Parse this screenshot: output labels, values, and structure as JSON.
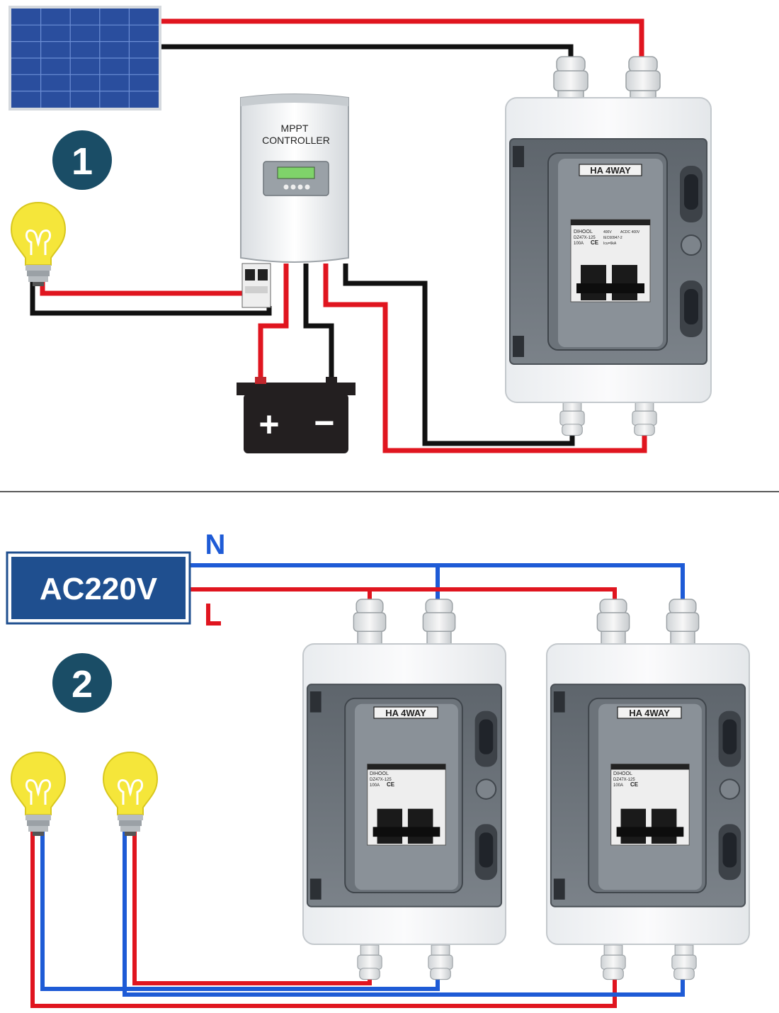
{
  "diagram1": {
    "step_number": "1",
    "controller": {
      "line1": "MPPT",
      "line2": "CONTROLLER"
    },
    "battery": {
      "plus": "+",
      "minus": "−"
    },
    "enclosure_label": "HA  4WAY",
    "breaker": {
      "brand": "DIHOOL",
      "model": "DZ47X-125",
      "rating": "100A",
      "spec1": "400V",
      "spec2": "IEC60947-2",
      "spec3": "Icu=6kA",
      "spec4": "ACDC 400V",
      "ce": "CE"
    }
  },
  "diagram2": {
    "step_number": "2",
    "source_label": "AC220V",
    "neutral_label": "N",
    "live_label": "L",
    "enclosure_label": "HA  4WAY",
    "breaker": {
      "brand": "DIHOOL",
      "model": "DZ47X-125",
      "rating": "100A",
      "ce": "CE"
    }
  },
  "colors": {
    "red_wire": "#e0151f",
    "black_wire": "#111111",
    "blue_wire": "#1e5bd6",
    "badge": "#1a4d66",
    "source_box": "#1f4f8f",
    "panel_blue": "#2b63b0",
    "bulb": "#f5e63a"
  }
}
